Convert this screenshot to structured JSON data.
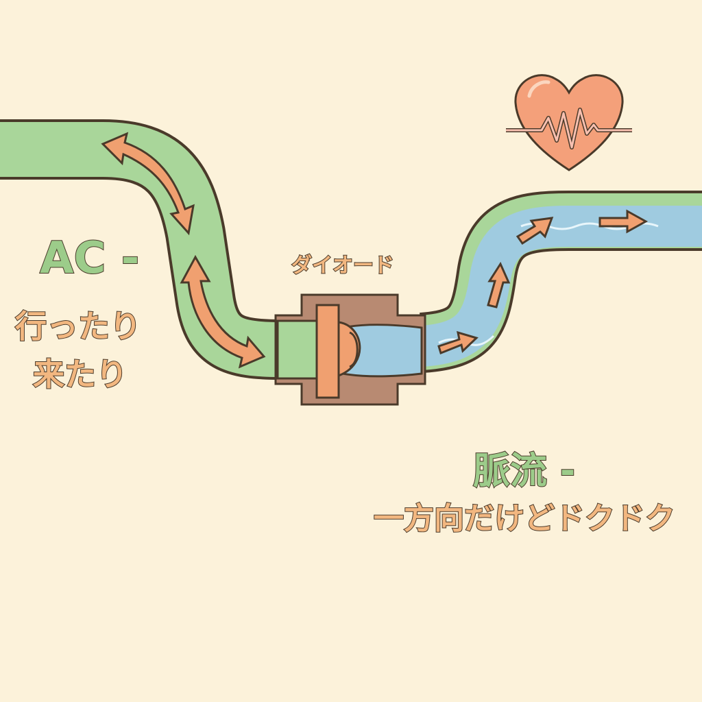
{
  "labels": {
    "ac_title": "AC -",
    "ac_desc_line1": "行ったり",
    "ac_desc_line2": "来たり",
    "diode": "ダイオード",
    "pulse_title": "脈流 -",
    "pulse_desc": "一方向だけどドクドク"
  },
  "colors": {
    "background": "#fcf2da",
    "ac_pipe": "#a9d69a",
    "pulse_pipe": "#9fcbe0",
    "arrow": "#f0a070",
    "diode_body": "#b88a72",
    "heart": "#f4a07a"
  }
}
